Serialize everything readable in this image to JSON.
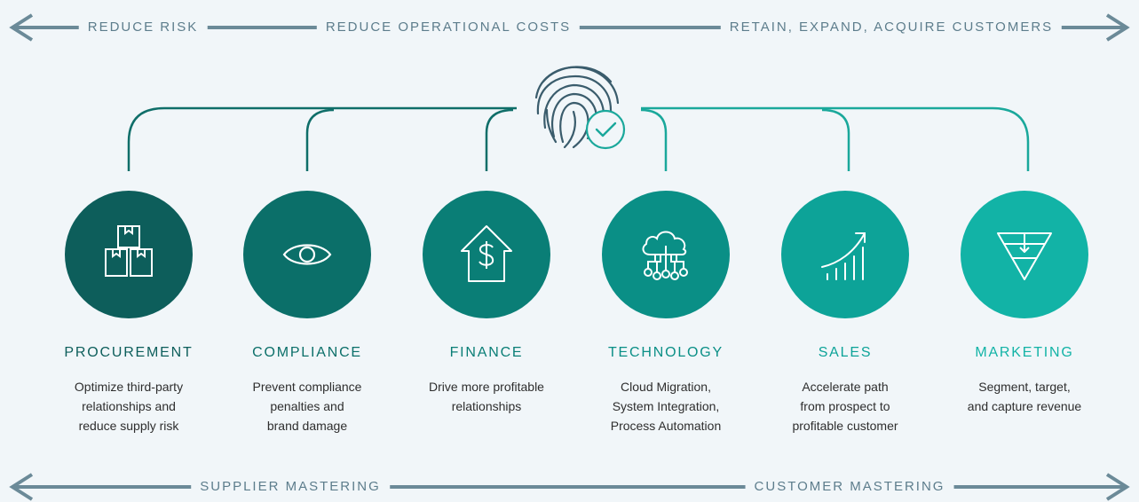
{
  "top_banner": {
    "labels": [
      "REDUCE RISK",
      "REDUCE OPERATIONAL COSTS",
      "RETAIN, EXPAND, ACQUIRE CUSTOMERS"
    ]
  },
  "bottom_banner": {
    "labels": [
      "SUPPLIER MASTERING",
      "CUSTOMER MASTERING"
    ]
  },
  "hub": {
    "icons": [
      "fingerprint-icon",
      "checkmark-icon"
    ]
  },
  "departments": [
    {
      "title": "PROCUREMENT",
      "description": [
        "Optimize third-party",
        "relationships and",
        "reduce supply risk"
      ],
      "icon": "boxes-icon",
      "color": "#0d5e5b"
    },
    {
      "title": "COMPLIANCE",
      "description": [
        "Prevent compliance",
        "penalties and",
        "brand damage"
      ],
      "icon": "eye-icon",
      "color": "#0b6f69"
    },
    {
      "title": "FINANCE",
      "description": [
        "Drive more profitable",
        "relationships"
      ],
      "icon": "house-dollar-icon",
      "color": "#0a7e76"
    },
    {
      "title": "TECHNOLOGY",
      "description": [
        "Cloud Migration,",
        "System Integration,",
        "Process Automation"
      ],
      "icon": "cloud-network-icon",
      "color": "#0a8f86"
    },
    {
      "title": "SALES",
      "description": [
        "Accelerate path",
        "from prospect to",
        "profitable customer"
      ],
      "icon": "growth-chart-icon",
      "color": "#0da398"
    },
    {
      "title": "MARKETING",
      "description": [
        "Segment, target,",
        "and capture revenue"
      ],
      "icon": "funnel-icon",
      "color": "#12b3a6"
    }
  ],
  "colors": {
    "background": "#f1f6f9",
    "arrow": "#6b8a98",
    "banner_text": "#5d7d8c",
    "connector_left": "#0f6e69",
    "connector_right": "#1aa89b"
  }
}
